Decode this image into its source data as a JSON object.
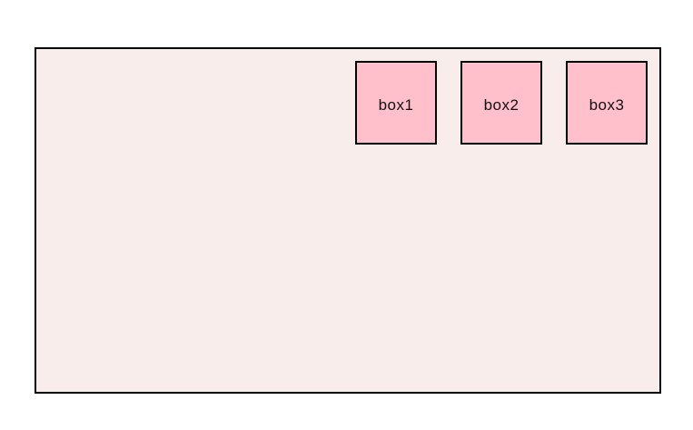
{
  "container": {
    "background_color": "#F9EDEB",
    "border_color": "#000000"
  },
  "boxes": [
    {
      "label": "box1",
      "background_color": "#FFC0CB",
      "border_color": "#000000"
    },
    {
      "label": "box2",
      "background_color": "#FFC0CB",
      "border_color": "#000000"
    },
    {
      "label": "box3",
      "background_color": "#FFC0CB",
      "border_color": "#000000"
    }
  ],
  "text_color": "#111111"
}
